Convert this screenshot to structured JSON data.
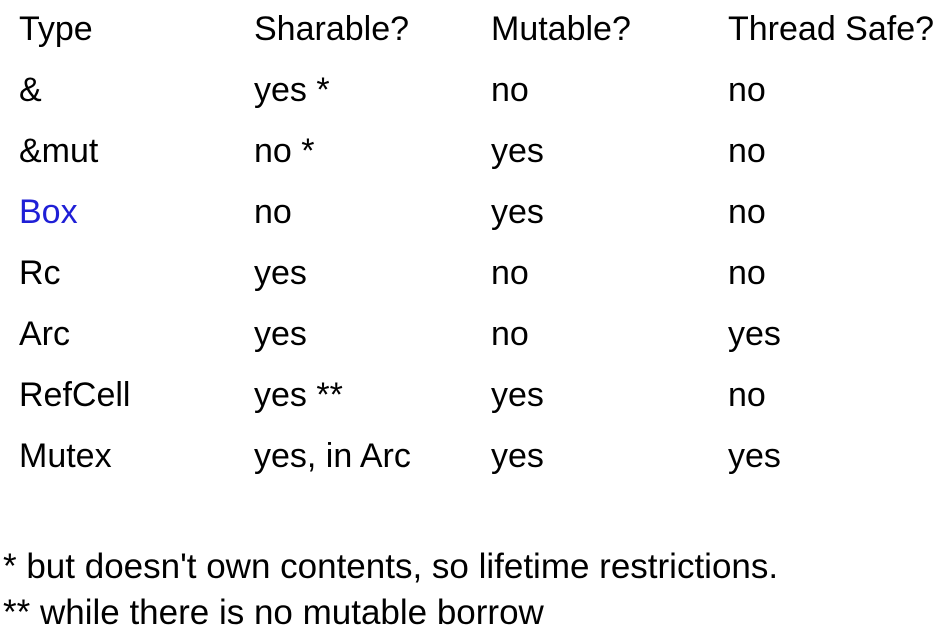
{
  "table": {
    "headers": [
      "Type",
      "Sharable?",
      "Mutable?",
      "Thread Safe?"
    ],
    "rows": [
      {
        "type": "&",
        "sharable": "yes *",
        "mutable": "no",
        "thread_safe": "no",
        "type_color": "#000000"
      },
      {
        "type": "&mut",
        "sharable": "no *",
        "mutable": "yes",
        "thread_safe": "no",
        "type_color": "#000000"
      },
      {
        "type": "Box",
        "sharable": "no",
        "mutable": "yes",
        "thread_safe": "no",
        "type_color": "#1f1fd6"
      },
      {
        "type": "Rc",
        "sharable": "yes",
        "mutable": "no",
        "thread_safe": "no",
        "type_color": "#000000"
      },
      {
        "type": "Arc",
        "sharable": "yes",
        "mutable": "no",
        "thread_safe": "yes",
        "type_color": "#000000"
      },
      {
        "type": "RefCell",
        "sharable": "yes **",
        "mutable": "yes",
        "thread_safe": "no",
        "type_color": "#000000"
      },
      {
        "type": "Mutex",
        "sharable": "yes, in Arc",
        "mutable": "yes",
        "thread_safe": "yes",
        "type_color": "#000000"
      }
    ]
  },
  "footnotes": [
    "* but doesn't own contents, so lifetime restrictions.",
    "** while there is no mutable borrow"
  ]
}
